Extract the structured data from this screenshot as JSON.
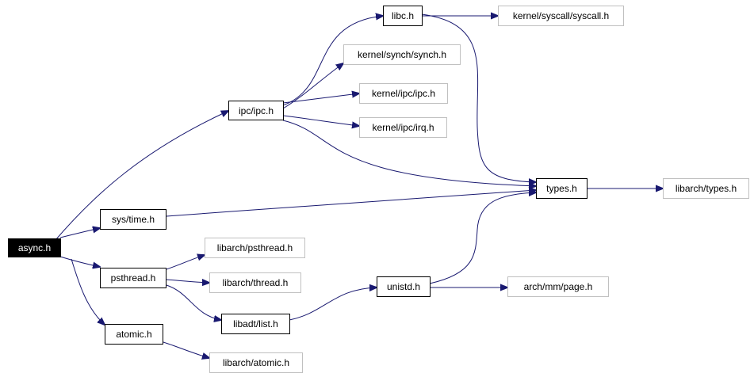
{
  "graph": {
    "nodes": {
      "async_h": "async.h",
      "ipc_ipc_h": "ipc/ipc.h",
      "sys_time_h": "sys/time.h",
      "psthread_h": "psthread.h",
      "atomic_h": "atomic.h",
      "libc_h": "libc.h",
      "kernel_syscall_syscall_h": "kernel/syscall/syscall.h",
      "kernel_synch_synch_h": "kernel/synch/synch.h",
      "kernel_ipc_ipc_h": "kernel/ipc/ipc.h",
      "kernel_ipc_irq_h": "kernel/ipc/irq.h",
      "types_h": "types.h",
      "libarch_types_h": "libarch/types.h",
      "libarch_psthread_h": "libarch/psthread.h",
      "libarch_thread_h": "libarch/thread.h",
      "libadt_list_h": "libadt/list.h",
      "unistd_h": "unistd.h",
      "arch_mm_page_h": "arch/mm/page.h",
      "libarch_atomic_h": "libarch/atomic.h"
    },
    "colors": {
      "edge": "#191970",
      "local_border": "#000000",
      "external_border": "#c0c0c0",
      "root_fill": "#000000",
      "root_text": "#ffffff"
    }
  }
}
